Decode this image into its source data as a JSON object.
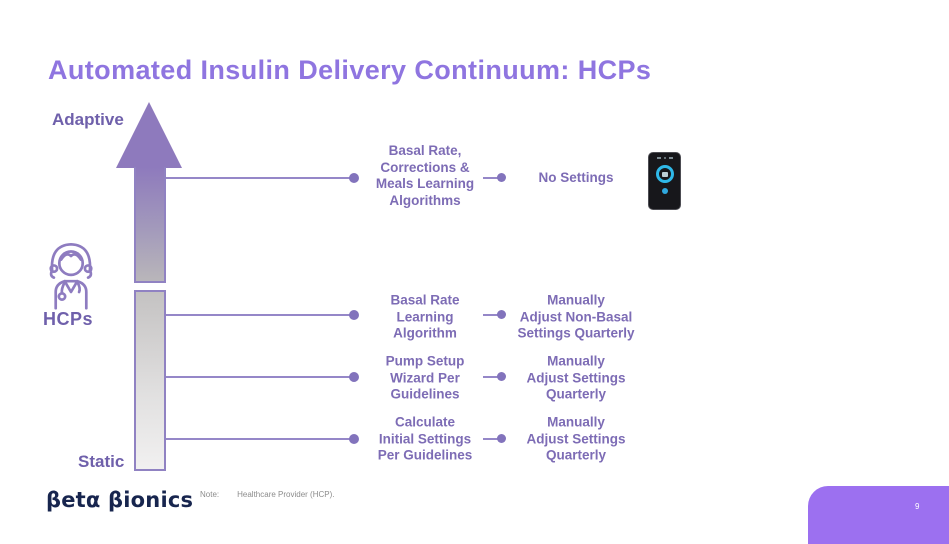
{
  "slide": {
    "title": "Automated Insulin Delivery Continuum: HCPs",
    "page_number": "9"
  },
  "axis": {
    "top_label": "Adaptive",
    "bottom_label": "Static",
    "actor_label": "HCPs"
  },
  "rows": [
    {
      "capability": "Basal Rate,\nCorrections &\nMeals Learning\nAlgorithms",
      "hcp_action": "No Settings"
    },
    {
      "capability": "Basal Rate\nLearning\nAlgorithm",
      "hcp_action": "Manually\nAdjust Non-Basal\nSettings Quarterly"
    },
    {
      "capability": "Pump Setup\nWizard Per\nGuidelines",
      "hcp_action": "Manually\nAdjust Settings\nQuarterly"
    },
    {
      "capability": "Calculate\nInitial Settings\nPer Guidelines",
      "hcp_action": "Manually\nAdjust Settings\nQuarterly"
    }
  ],
  "footer": {
    "logo_text": "βetα βionics",
    "note_label": "Note:",
    "note_text": "Healthcare Provider (HCP)."
  },
  "colors": {
    "title_purple": "#8F75E0",
    "label_purple": "#6F60AB",
    "body_purple": "#7D6CB5",
    "connector_purple": "#9587C8",
    "arrow_purple": "#8E7ABD",
    "arrow_border": "#9082C2",
    "corner_accent": "#9C70F0",
    "logo_navy": "#17254E",
    "note_gray": "#8C8C8C",
    "device_ring_cyan": "#2FB8E8"
  }
}
